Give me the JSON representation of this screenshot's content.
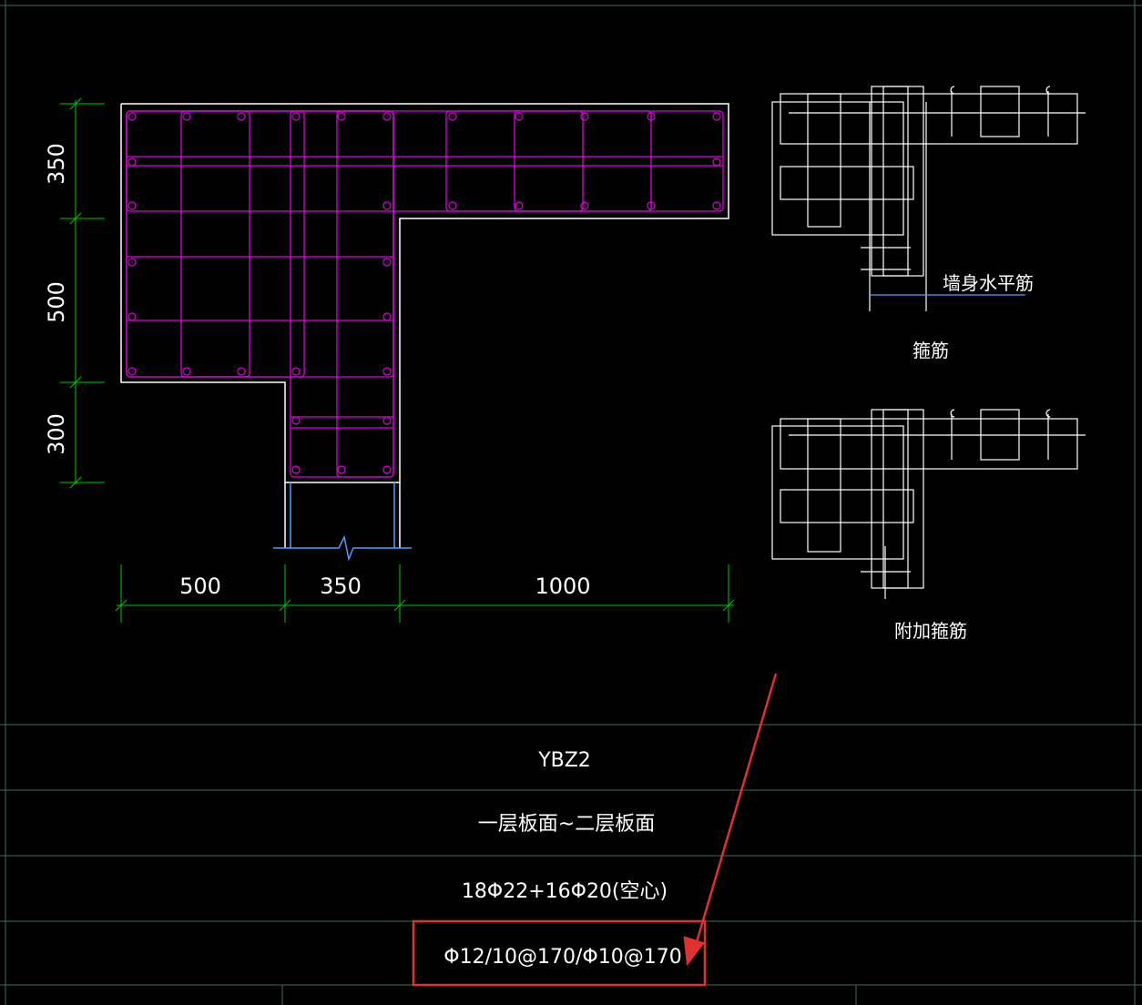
{
  "colors": {
    "background": "#000000",
    "outline": "#ffffff",
    "rebar": "#e000e0",
    "dimension": "#00c800",
    "grid_line": "#3a7060",
    "break_line": "#4aa0ff",
    "highlight": "#e03030"
  },
  "dimensions": {
    "vertical": [
      "350",
      "500",
      "300"
    ],
    "horizontal": [
      "500",
      "350",
      "1000"
    ]
  },
  "detail_labels": {
    "wall_horizontal_bar": "墙身水平筋",
    "stirrup": "箍筋",
    "additional_stirrup": "附加箍筋"
  },
  "table": {
    "name": "YBZ2",
    "elevation": "一层板面~二层板面",
    "longitudinal_bars": "18Φ22+16Φ20(空心)",
    "stirrups": "Φ12/10@170/Φ10@170"
  }
}
